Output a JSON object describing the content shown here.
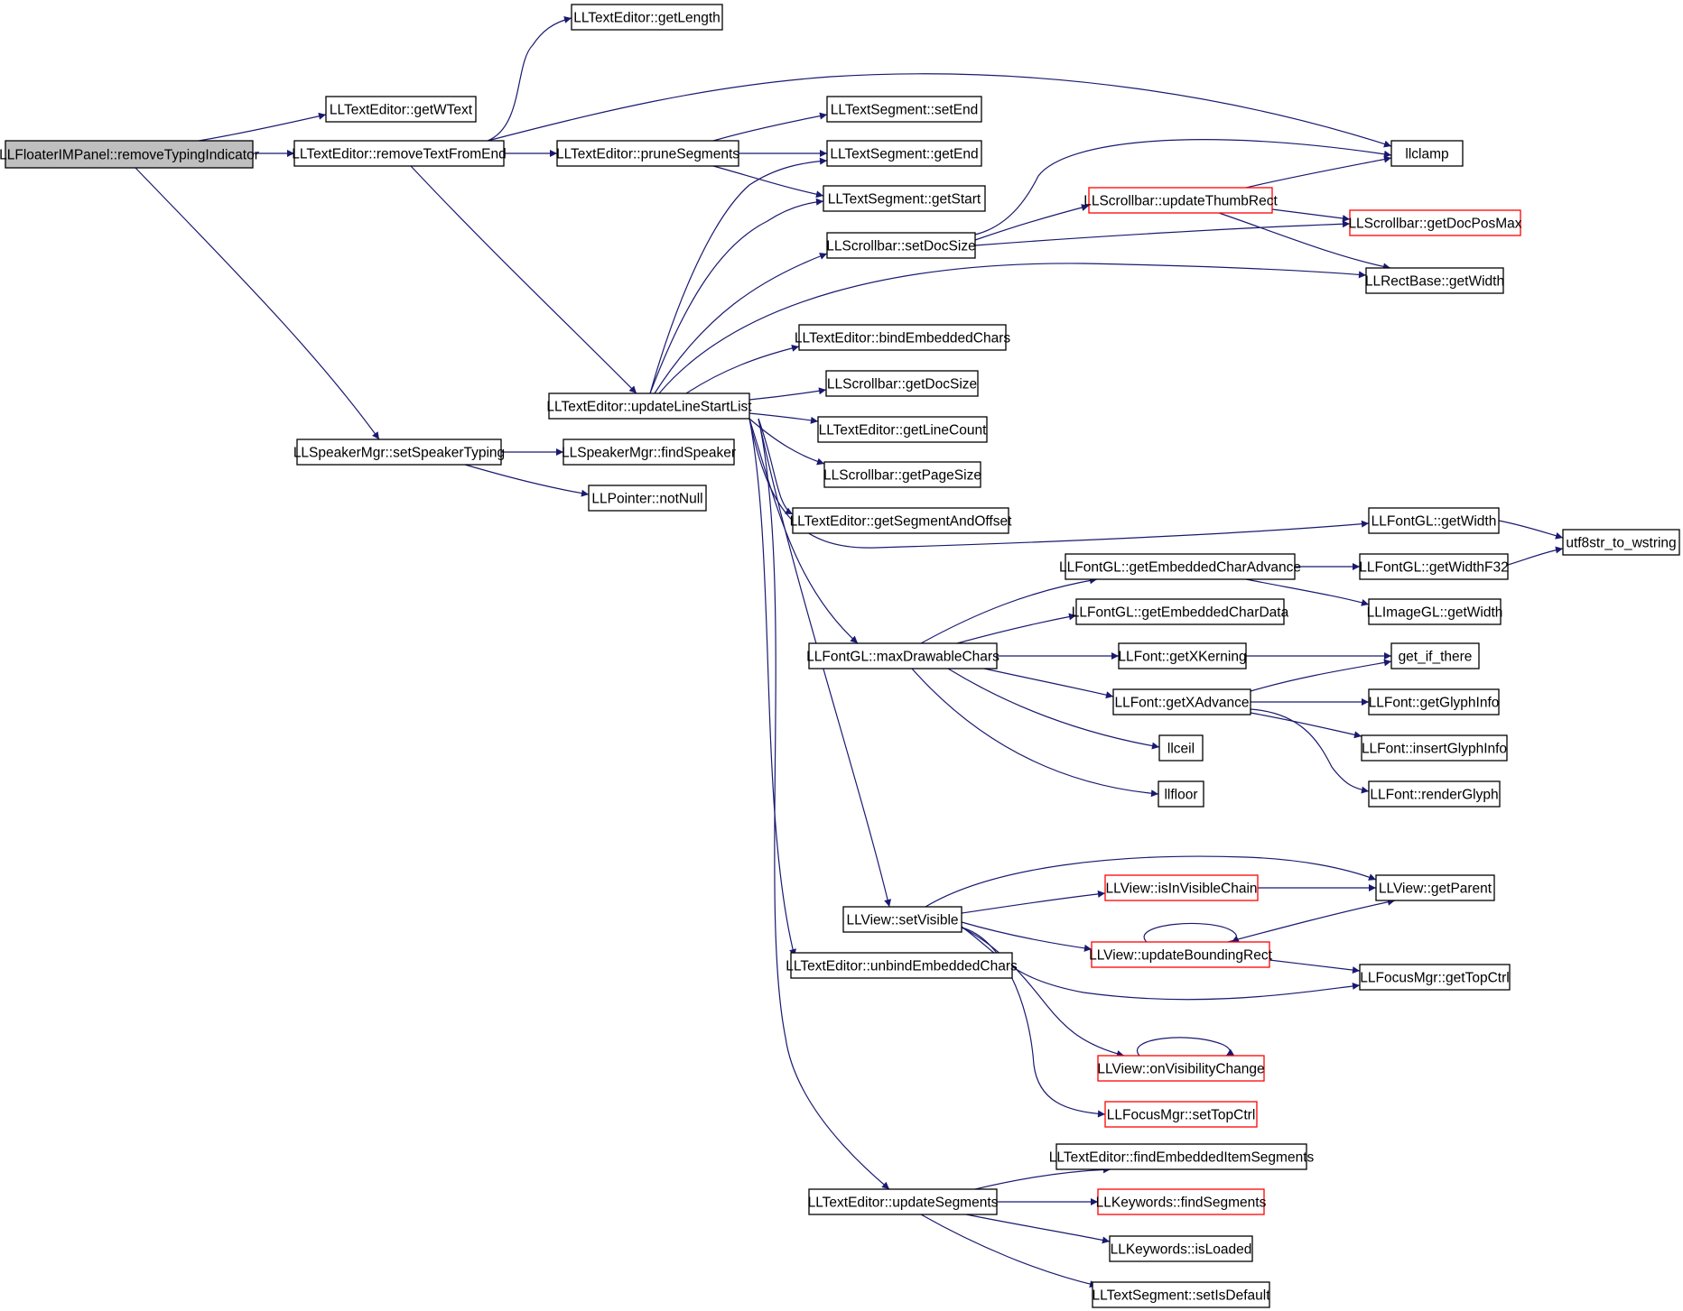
{
  "colors": {
    "edge": "#191970",
    "node_border": "#000000",
    "node_border_truncated": "#ff0000",
    "node_fill": "#ffffff",
    "root_fill": "#bfbfbf"
  },
  "nodes": [
    {
      "id": "root",
      "label": "LLFloaterIMPanel::removeTypingIndicator",
      "style": "root"
    },
    {
      "id": "getWText",
      "label": "LLTextEditor::getWText",
      "style": "normal"
    },
    {
      "id": "removeTextFromEnd",
      "label": "LLTextEditor::removeTextFromEnd",
      "style": "normal"
    },
    {
      "id": "setSpeakerTyping",
      "label": "LLSpeakerMgr::setSpeakerTyping",
      "style": "normal"
    },
    {
      "id": "getLength",
      "label": "LLTextEditor::getLength",
      "style": "normal"
    },
    {
      "id": "pruneSegments",
      "label": "LLTextEditor::pruneSegments",
      "style": "normal"
    },
    {
      "id": "updateLineStartList",
      "label": "LLTextEditor::updateLineStartList",
      "style": "normal"
    },
    {
      "id": "findSpeaker",
      "label": "LLSpeakerMgr::findSpeaker",
      "style": "normal"
    },
    {
      "id": "notNull",
      "label": "LLPointer::notNull",
      "style": "normal"
    },
    {
      "id": "setEnd",
      "label": "LLTextSegment::setEnd",
      "style": "normal"
    },
    {
      "id": "getEnd",
      "label": "LLTextSegment::getEnd",
      "style": "normal"
    },
    {
      "id": "getStart",
      "label": "LLTextSegment::getStart",
      "style": "normal"
    },
    {
      "id": "setDocSize",
      "label": "LLScrollbar::setDocSize",
      "style": "normal"
    },
    {
      "id": "bindEmbeddedChars",
      "label": "LLTextEditor::bindEmbeddedChars",
      "style": "normal"
    },
    {
      "id": "getDocSize",
      "label": "LLScrollbar::getDocSize",
      "style": "normal"
    },
    {
      "id": "getLineCount",
      "label": "LLTextEditor::getLineCount",
      "style": "normal"
    },
    {
      "id": "getPageSize",
      "label": "LLScrollbar::getPageSize",
      "style": "normal"
    },
    {
      "id": "getSegmentAndOffset",
      "label": "LLTextEditor::getSegmentAndOffset",
      "style": "normal"
    },
    {
      "id": "maxDrawableChars",
      "label": "LLFontGL::maxDrawableChars",
      "style": "normal"
    },
    {
      "id": "setVisible",
      "label": "LLView::setVisible",
      "style": "normal"
    },
    {
      "id": "unbindEmbeddedChars",
      "label": "LLTextEditor::unbindEmbeddedChars",
      "style": "normal"
    },
    {
      "id": "updateSegments",
      "label": "LLTextEditor::updateSegments",
      "style": "normal"
    },
    {
      "id": "llclamp",
      "label": "llclamp",
      "style": "normal"
    },
    {
      "id": "updateThumbRect",
      "label": "LLScrollbar::updateThumbRect",
      "style": "truncated"
    },
    {
      "id": "getDocPosMax",
      "label": "LLScrollbar::getDocPosMax",
      "style": "truncated"
    },
    {
      "id": "rectGetWidth",
      "label": "LLRectBase::getWidth",
      "style": "normal"
    },
    {
      "id": "fontGetWidth",
      "label": "LLFontGL::getWidth",
      "style": "normal"
    },
    {
      "id": "utf8str",
      "label": "utf8str_to_wstring",
      "style": "normal"
    },
    {
      "id": "getEmbeddedCharAdvance",
      "label": "LLFontGL::getEmbeddedCharAdvance",
      "style": "normal"
    },
    {
      "id": "getWidthF32",
      "label": "LLFontGL::getWidthF32",
      "style": "normal"
    },
    {
      "id": "getEmbeddedCharData",
      "label": "LLFontGL::getEmbeddedCharData",
      "style": "normal"
    },
    {
      "id": "imageGetWidth",
      "label": "LLImageGL::getWidth",
      "style": "normal"
    },
    {
      "id": "getXKerning",
      "label": "LLFont::getXKerning",
      "style": "normal"
    },
    {
      "id": "get_if_there",
      "label": "get_if_there",
      "style": "normal"
    },
    {
      "id": "getXAdvance",
      "label": "LLFont::getXAdvance",
      "style": "normal"
    },
    {
      "id": "getGlyphInfo",
      "label": "LLFont::getGlyphInfo",
      "style": "normal"
    },
    {
      "id": "insertGlyphInfo",
      "label": "LLFont::insertGlyphInfo",
      "style": "normal"
    },
    {
      "id": "renderGlyph",
      "label": "LLFont::renderGlyph",
      "style": "normal"
    },
    {
      "id": "llceil",
      "label": "llceil",
      "style": "normal"
    },
    {
      "id": "llfloor",
      "label": "llfloor",
      "style": "normal"
    },
    {
      "id": "isInVisibleChain",
      "label": "LLView::isInVisibleChain",
      "style": "truncated"
    },
    {
      "id": "getParent",
      "label": "LLView::getParent",
      "style": "normal"
    },
    {
      "id": "updateBoundingRect",
      "label": "LLView::updateBoundingRect",
      "style": "truncated"
    },
    {
      "id": "getTopCtrl",
      "label": "LLFocusMgr::getTopCtrl",
      "style": "normal"
    },
    {
      "id": "onVisibilityChange",
      "label": "LLView::onVisibilityChange",
      "style": "truncated"
    },
    {
      "id": "setTopCtrl",
      "label": "LLFocusMgr::setTopCtrl",
      "style": "truncated"
    },
    {
      "id": "findEmbeddedItemSegments",
      "label": "LLTextEditor::findEmbeddedItemSegments",
      "style": "normal"
    },
    {
      "id": "findSegments",
      "label": "LLKeywords::findSegments",
      "style": "truncated"
    },
    {
      "id": "isLoaded",
      "label": "LLKeywords::isLoaded",
      "style": "normal"
    },
    {
      "id": "setIsDefault",
      "label": "LLTextSegment::setIsDefault",
      "style": "normal"
    }
  ],
  "edges": [
    {
      "from": "root",
      "to": "getWText"
    },
    {
      "from": "root",
      "to": "removeTextFromEnd"
    },
    {
      "from": "root",
      "to": "setSpeakerTyping"
    },
    {
      "from": "removeTextFromEnd",
      "to": "getLength"
    },
    {
      "from": "removeTextFromEnd",
      "to": "llclamp"
    },
    {
      "from": "removeTextFromEnd",
      "to": "pruneSegments"
    },
    {
      "from": "removeTextFromEnd",
      "to": "updateLineStartList"
    },
    {
      "from": "pruneSegments",
      "to": "setEnd"
    },
    {
      "from": "pruneSegments",
      "to": "getEnd"
    },
    {
      "from": "pruneSegments",
      "to": "getStart"
    },
    {
      "from": "setSpeakerTyping",
      "to": "findSpeaker"
    },
    {
      "from": "setSpeakerTyping",
      "to": "notNull"
    },
    {
      "from": "updateLineStartList",
      "to": "getEnd"
    },
    {
      "from": "updateLineStartList",
      "to": "getStart"
    },
    {
      "from": "updateLineStartList",
      "to": "setDocSize"
    },
    {
      "from": "updateLineStartList",
      "to": "rectGetWidth"
    },
    {
      "from": "updateLineStartList",
      "to": "bindEmbeddedChars"
    },
    {
      "from": "updateLineStartList",
      "to": "getDocSize"
    },
    {
      "from": "updateLineStartList",
      "to": "getLineCount"
    },
    {
      "from": "updateLineStartList",
      "to": "getPageSize"
    },
    {
      "from": "updateLineStartList",
      "to": "getSegmentAndOffset"
    },
    {
      "from": "updateLineStartList",
      "to": "fontGetWidth"
    },
    {
      "from": "updateLineStartList",
      "to": "maxDrawableChars"
    },
    {
      "from": "updateLineStartList",
      "to": "setVisible"
    },
    {
      "from": "updateLineStartList",
      "to": "unbindEmbeddedChars"
    },
    {
      "from": "updateLineStartList",
      "to": "updateSegments"
    },
    {
      "from": "setDocSize",
      "to": "llclamp"
    },
    {
      "from": "setDocSize",
      "to": "updateThumbRect"
    },
    {
      "from": "setDocSize",
      "to": "getDocPosMax"
    },
    {
      "from": "updateThumbRect",
      "to": "llclamp"
    },
    {
      "from": "updateThumbRect",
      "to": "getDocPosMax"
    },
    {
      "from": "updateThumbRect",
      "to": "rectGetWidth"
    },
    {
      "from": "fontGetWidth",
      "to": "utf8str"
    },
    {
      "from": "getWidthF32",
      "to": "utf8str"
    },
    {
      "from": "getEmbeddedCharAdvance",
      "to": "getWidthF32"
    },
    {
      "from": "getEmbeddedCharAdvance",
      "to": "imageGetWidth"
    },
    {
      "from": "maxDrawableChars",
      "to": "getEmbeddedCharAdvance"
    },
    {
      "from": "maxDrawableChars",
      "to": "getEmbeddedCharData"
    },
    {
      "from": "maxDrawableChars",
      "to": "getXKerning"
    },
    {
      "from": "maxDrawableChars",
      "to": "getXAdvance"
    },
    {
      "from": "maxDrawableChars",
      "to": "llceil"
    },
    {
      "from": "maxDrawableChars",
      "to": "llfloor"
    },
    {
      "from": "getXKerning",
      "to": "get_if_there"
    },
    {
      "from": "getXAdvance",
      "to": "get_if_there"
    },
    {
      "from": "getXAdvance",
      "to": "getGlyphInfo"
    },
    {
      "from": "getXAdvance",
      "to": "insertGlyphInfo"
    },
    {
      "from": "getXAdvance",
      "to": "renderGlyph"
    },
    {
      "from": "setVisible",
      "to": "getParent"
    },
    {
      "from": "setVisible",
      "to": "isInVisibleChain"
    },
    {
      "from": "setVisible",
      "to": "updateBoundingRect"
    },
    {
      "from": "setVisible",
      "to": "getTopCtrl"
    },
    {
      "from": "setVisible",
      "to": "onVisibilityChange"
    },
    {
      "from": "setVisible",
      "to": "setTopCtrl"
    },
    {
      "from": "isInVisibleChain",
      "to": "getParent"
    },
    {
      "from": "updateBoundingRect",
      "to": "updateBoundingRect"
    },
    {
      "from": "updateBoundingRect",
      "to": "getParent"
    },
    {
      "from": "updateBoundingRect",
      "to": "getTopCtrl"
    },
    {
      "from": "onVisibilityChange",
      "to": "onVisibilityChange"
    },
    {
      "from": "updateSegments",
      "to": "findEmbeddedItemSegments"
    },
    {
      "from": "updateSegments",
      "to": "findSegments"
    },
    {
      "from": "updateSegments",
      "to": "isLoaded"
    },
    {
      "from": "updateSegments",
      "to": "setIsDefault"
    }
  ]
}
